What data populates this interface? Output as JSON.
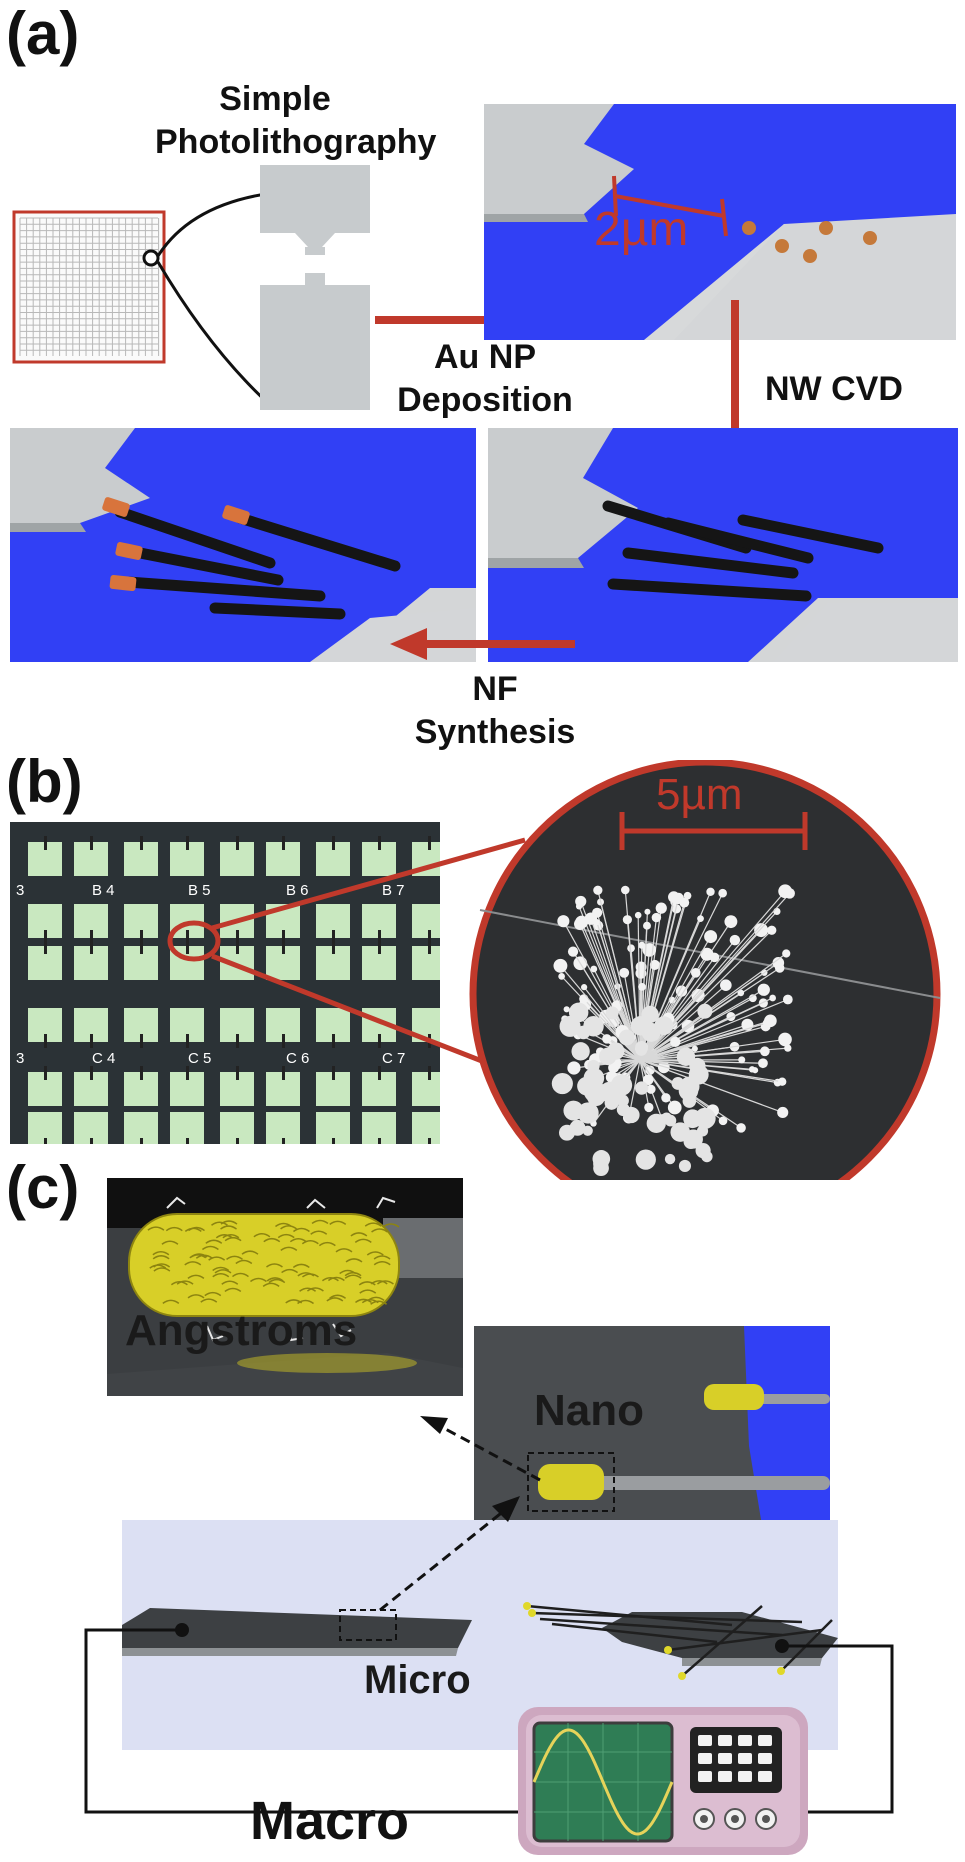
{
  "panel_a": {
    "label": "(a)",
    "step1": [
      "Simple",
      "Photolithography"
    ],
    "step2": [
      "Au NP",
      "Deposition"
    ],
    "scale_label": "2µm",
    "step3": "NW CVD",
    "step4": [
      "NF",
      "Synthesis"
    ]
  },
  "panel_b": {
    "label": "(b)",
    "chip_labels": [
      "3",
      "B 4",
      "B 5",
      "B 6",
      "B 7",
      "3",
      "C 4",
      "C 5",
      "C 6",
      "C 7"
    ],
    "scale_label": "5µm"
  },
  "panel_c": {
    "label": "(c)",
    "angstroms": "Angstroms",
    "nano": "Nano",
    "micro": "Micro",
    "macro": "Macro"
  },
  "colors": {
    "accent_red": "#c0392b",
    "substrate_blue": "#2f3cf0",
    "electrode_gray": "#c7cbcd",
    "nanoflower_yellow": "#e3d72a",
    "chip_green": "#c9e8c0",
    "monitor_purple": "#d9b5cc",
    "screen_green": "#2f7d55"
  }
}
